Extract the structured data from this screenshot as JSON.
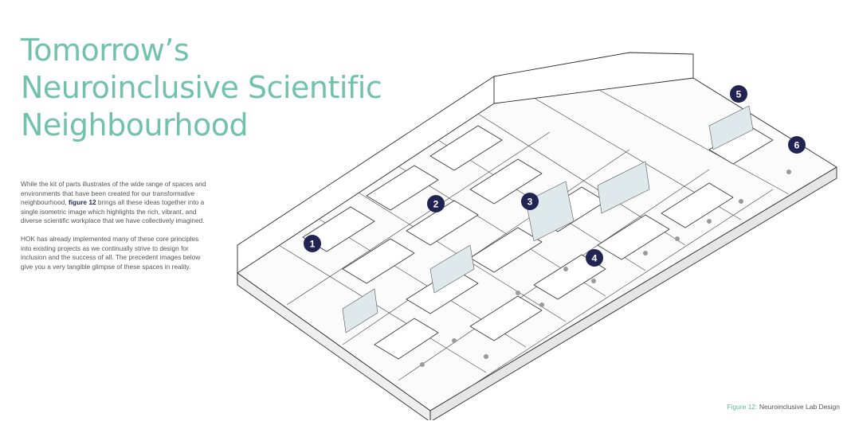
{
  "title": {
    "line1": "Tomorrow’s",
    "line2": "Neuroinclusive Scientific",
    "line3": "Neighbourhood"
  },
  "intro": {
    "p1_before": "While the kit of parts illustrates of the wide range of spaces and environments that have been created for our transformative neighbourhood, ",
    "p1_link": "figure 12",
    "p1_after": " brings all these ideas together into a single isometric image which highlights the rich, vibrant, and diverse scientific workplace that we have collectively imagined.",
    "p2": "HOK has already implemented many of these core principles into existing projects as we continually strive to design for inclusion and the success of all. The precedent images below give you a very tangible glimpse of these spaces in reality."
  },
  "markers": [
    "1",
    "2",
    "3",
    "4",
    "5",
    "6"
  ],
  "caption": {
    "label": "Figure 12:",
    "text": " Neuroinclusive Lab Design"
  },
  "colors": {
    "accent": "#72c2ab",
    "marker": "#1f2452",
    "link": "#1f2a5c"
  }
}
